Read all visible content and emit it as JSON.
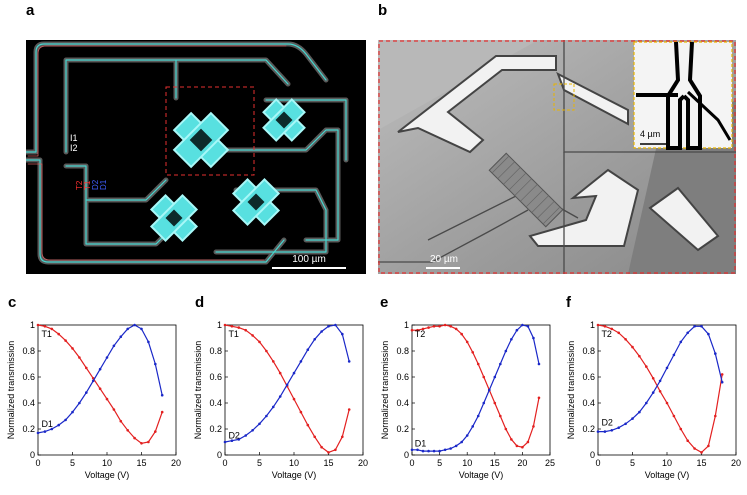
{
  "panels": {
    "a": {
      "label": "a",
      "scale_bar": "100 µm",
      "port_labels": [
        {
          "text": "I1",
          "color": "#ffffff"
        },
        {
          "text": "I2",
          "color": "#ffffff"
        },
        {
          "text": "T2",
          "color": "#ff3030"
        },
        {
          "text": "T1",
          "color": "#ff3030"
        },
        {
          "text": "D2",
          "color": "#4060ff"
        },
        {
          "text": "D1",
          "color": "#4060ff"
        }
      ]
    },
    "b": {
      "label": "b",
      "scale_bar": "20 µm",
      "inset_scale_bar": "4 µm"
    }
  },
  "colors": {
    "T_series": "#e32020",
    "D_series": "#1a28c8",
    "highlight_red": "#e33030",
    "highlight_yellow": "#e8b400"
  },
  "chart_data": [
    {
      "panel": "c",
      "type": "line",
      "xlabel": "Voltage (V)",
      "ylabel": "Normalized transmission",
      "xlim": [
        0,
        20
      ],
      "ylim": [
        0,
        1
      ],
      "xticks": [
        0,
        5,
        10,
        15,
        20
      ],
      "yticks": [
        0,
        0.2,
        0.4,
        0.6,
        0.8,
        1
      ],
      "annotations": [
        {
          "text": "T1",
          "x": 0.5,
          "y": 0.93
        },
        {
          "text": "D1",
          "x": 0.5,
          "y": 0.24
        }
      ],
      "series": [
        {
          "key": "T",
          "x": [
            0,
            1,
            2,
            3,
            4,
            5,
            6,
            7,
            8,
            9,
            10,
            11,
            12,
            13,
            14,
            15,
            16,
            17,
            18
          ],
          "y": [
            1.0,
            0.99,
            0.97,
            0.93,
            0.88,
            0.82,
            0.75,
            0.67,
            0.59,
            0.51,
            0.43,
            0.35,
            0.26,
            0.19,
            0.13,
            0.09,
            0.1,
            0.18,
            0.33
          ]
        },
        {
          "key": "D",
          "x": [
            0,
            1,
            2,
            3,
            4,
            5,
            6,
            7,
            8,
            9,
            10,
            11,
            12,
            13,
            14,
            15,
            16,
            17,
            18
          ],
          "y": [
            0.17,
            0.18,
            0.2,
            0.23,
            0.27,
            0.33,
            0.4,
            0.48,
            0.57,
            0.66,
            0.75,
            0.84,
            0.91,
            0.97,
            1.0,
            0.97,
            0.87,
            0.7,
            0.46
          ]
        }
      ]
    },
    {
      "panel": "d",
      "type": "line",
      "xlabel": "Voltage (V)",
      "ylabel": "Normalized transmission",
      "xlim": [
        0,
        20
      ],
      "ylim": [
        0,
        1
      ],
      "xticks": [
        0,
        5,
        10,
        15,
        20
      ],
      "yticks": [
        0,
        0.2,
        0.4,
        0.6,
        0.8,
        1
      ],
      "annotations": [
        {
          "text": "T1",
          "x": 0.5,
          "y": 0.93
        },
        {
          "text": "D2",
          "x": 0.5,
          "y": 0.15
        }
      ],
      "series": [
        {
          "key": "T",
          "x": [
            0,
            1,
            2,
            3,
            4,
            5,
            6,
            7,
            8,
            9,
            10,
            11,
            12,
            13,
            14,
            15,
            16,
            17,
            18
          ],
          "y": [
            1.0,
            0.99,
            0.98,
            0.96,
            0.92,
            0.87,
            0.8,
            0.72,
            0.63,
            0.53,
            0.43,
            0.33,
            0.23,
            0.14,
            0.06,
            0.02,
            0.04,
            0.14,
            0.35
          ]
        },
        {
          "key": "D",
          "x": [
            0,
            1,
            2,
            3,
            4,
            5,
            6,
            7,
            8,
            9,
            10,
            11,
            12,
            13,
            14,
            15,
            16,
            17,
            18
          ],
          "y": [
            0.1,
            0.11,
            0.12,
            0.15,
            0.19,
            0.24,
            0.3,
            0.37,
            0.45,
            0.54,
            0.63,
            0.72,
            0.81,
            0.89,
            0.95,
            0.99,
            1.0,
            0.93,
            0.72
          ]
        }
      ]
    },
    {
      "panel": "e",
      "type": "line",
      "xlabel": "Voltage (V)",
      "ylabel": "Normalized transmission",
      "xlim": [
        0,
        25
      ],
      "ylim": [
        0,
        1
      ],
      "xticks": [
        0,
        5,
        10,
        15,
        20,
        25
      ],
      "yticks": [
        0,
        0.2,
        0.4,
        0.6,
        0.8,
        1
      ],
      "annotations": [
        {
          "text": "T2",
          "x": 0.5,
          "y": 0.93
        },
        {
          "text": "D1",
          "x": 0.5,
          "y": 0.09
        }
      ],
      "series": [
        {
          "key": "T",
          "x": [
            0,
            1,
            2,
            3,
            4,
            5,
            6,
            7,
            8,
            9,
            10,
            11,
            12,
            13,
            14,
            15,
            16,
            17,
            18,
            19,
            20,
            21,
            22,
            23
          ],
          "y": [
            0.96,
            0.96,
            0.97,
            0.98,
            0.99,
            0.99,
            1.0,
            0.99,
            0.97,
            0.93,
            0.87,
            0.79,
            0.7,
            0.6,
            0.5,
            0.4,
            0.3,
            0.2,
            0.12,
            0.07,
            0.06,
            0.1,
            0.22,
            0.44
          ]
        },
        {
          "key": "D",
          "x": [
            0,
            1,
            2,
            3,
            4,
            5,
            6,
            7,
            8,
            9,
            10,
            11,
            12,
            13,
            14,
            15,
            16,
            17,
            18,
            19,
            20,
            21,
            22,
            23
          ],
          "y": [
            0.04,
            0.04,
            0.03,
            0.03,
            0.03,
            0.03,
            0.04,
            0.05,
            0.07,
            0.1,
            0.15,
            0.22,
            0.3,
            0.4,
            0.5,
            0.6,
            0.7,
            0.8,
            0.89,
            0.96,
            1.0,
            0.99,
            0.9,
            0.7
          ]
        }
      ]
    },
    {
      "panel": "f",
      "type": "line",
      "xlabel": "Voltage (V)",
      "ylabel": "Normalized transmission",
      "xlim": [
        0,
        20
      ],
      "ylim": [
        0,
        1
      ],
      "xticks": [
        0,
        5,
        10,
        15,
        20
      ],
      "yticks": [
        0,
        0.2,
        0.4,
        0.6,
        0.8,
        1
      ],
      "annotations": [
        {
          "text": "T2",
          "x": 0.5,
          "y": 0.93
        },
        {
          "text": "D2",
          "x": 0.5,
          "y": 0.25
        }
      ],
      "series": [
        {
          "key": "T",
          "x": [
            0,
            1,
            2,
            3,
            4,
            5,
            6,
            7,
            8,
            9,
            10,
            11,
            12,
            13,
            14,
            15,
            16,
            17,
            18
          ],
          "y": [
            1.0,
            0.99,
            0.97,
            0.94,
            0.89,
            0.83,
            0.76,
            0.68,
            0.59,
            0.49,
            0.4,
            0.3,
            0.2,
            0.11,
            0.05,
            0.02,
            0.07,
            0.3,
            0.62
          ]
        },
        {
          "key": "D",
          "x": [
            0,
            1,
            2,
            3,
            4,
            5,
            6,
            7,
            8,
            9,
            10,
            11,
            12,
            13,
            14,
            15,
            16,
            17,
            18
          ],
          "y": [
            0.18,
            0.18,
            0.19,
            0.21,
            0.24,
            0.28,
            0.33,
            0.4,
            0.48,
            0.57,
            0.67,
            0.77,
            0.87,
            0.94,
            0.99,
            0.99,
            0.93,
            0.78,
            0.56
          ]
        }
      ]
    }
  ]
}
